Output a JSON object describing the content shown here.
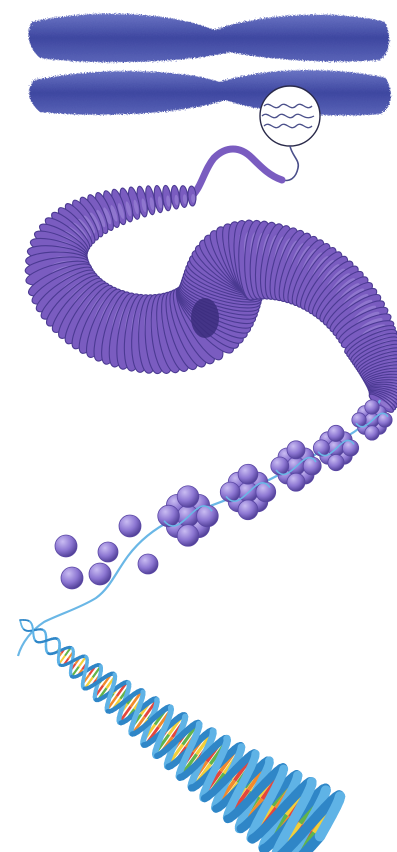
{
  "colors": {
    "background": "#ffffff",
    "chromosome": "#4b55a8",
    "chromosome_dark": "#2e3486",
    "fiber": "#7a5cc0",
    "fiber_dark": "#4b3a92",
    "fiber_light": "#b7a6e8",
    "histone": "#8c76d2",
    "histone_dark": "#5a47a4",
    "linker_dna": "#6ab7e6",
    "helix_backbone": "#5fb3e6",
    "helix_backbone_dark": "#2f86c7",
    "base_red": "#e4463c",
    "base_green": "#62b44a",
    "base_orange": "#f28a2c",
    "base_yellow": "#f2cf3a"
  },
  "icons": [
    "chromosome-illustration",
    "magnified-chromatin-loop",
    "supercoiled-chromatin-fiber",
    "nucleosome-cluster",
    "histone-octamer",
    "dna-double-helix"
  ]
}
